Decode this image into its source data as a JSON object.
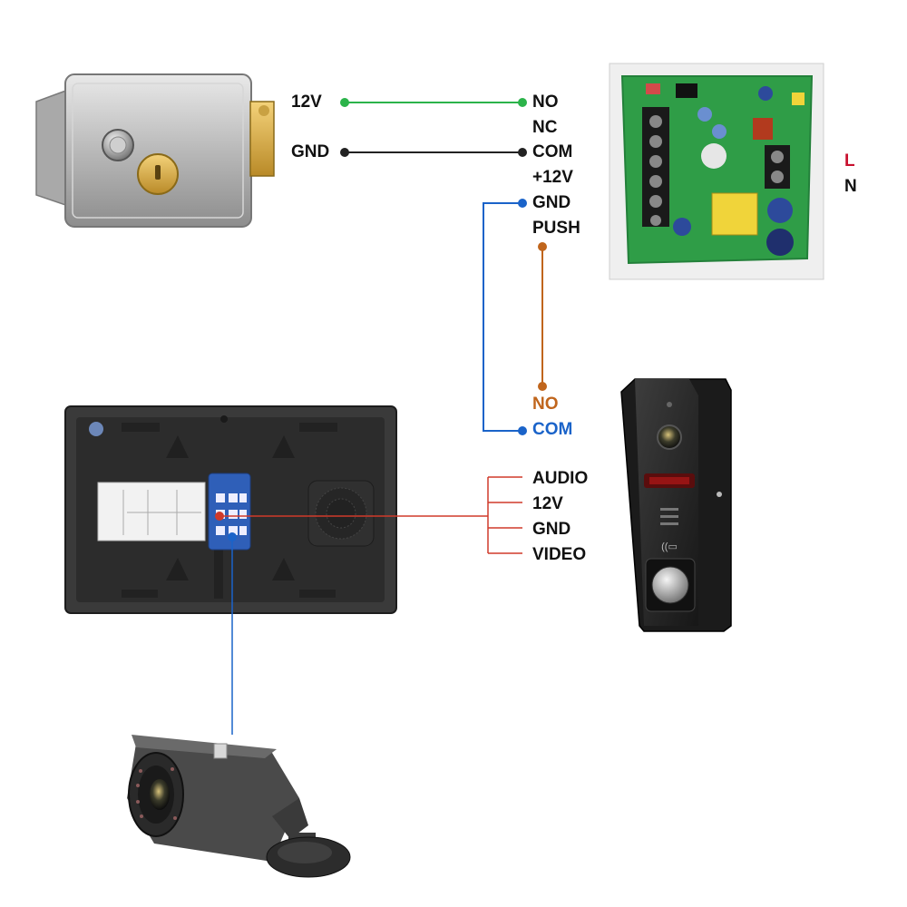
{
  "colors": {
    "wire_green": "#2bb34a",
    "wire_black": "#222222",
    "wire_blue": "#1a63c9",
    "wire_orange": "#c0651c",
    "wire_red": "#d03a2a",
    "lang_red": "#c8102e"
  },
  "lock": {
    "terminals": [
      "12V",
      "GND"
    ]
  },
  "power_supply": {
    "terminals": [
      "NO",
      "NC",
      "COM",
      "+12V",
      "GND",
      "PUSH"
    ],
    "mains": [
      "L",
      "N"
    ]
  },
  "exit_button": {
    "terminals": [
      "NO",
      "COM"
    ]
  },
  "doorbell": {
    "terminals": [
      "AUDIO",
      "12V",
      "GND",
      "VIDEO"
    ]
  },
  "icons": {
    "lock": "electric-lock-icon",
    "psu": "power-supply-board-icon",
    "monitor": "indoor-monitor-back-icon",
    "doorbell": "doorbell-camera-icon",
    "camera": "cctv-bullet-camera-icon"
  }
}
